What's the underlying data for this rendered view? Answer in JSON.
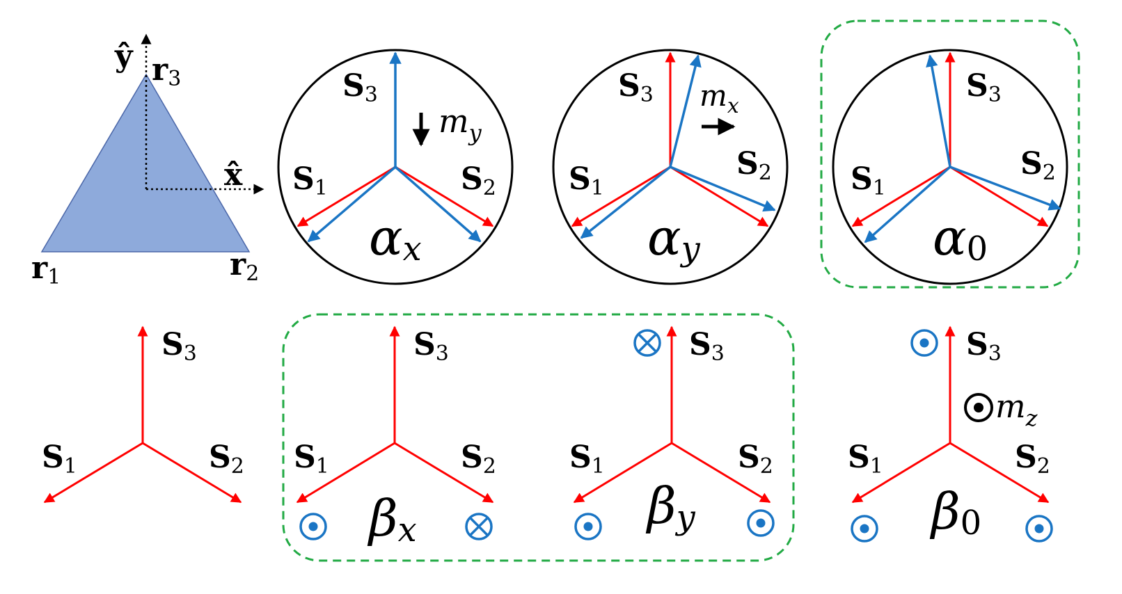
{
  "colors": {
    "triangle": "#8eaadb",
    "red_spin": "#ff0000",
    "blue_spin": "#1a75c4",
    "box": "#22aa44",
    "text": "#000000"
  },
  "triangle": {
    "y_axis": "ŷ",
    "x_axis": "x̂",
    "r1": "r",
    "r1_sub": "1",
    "r2": "r",
    "r2_sub": "2",
    "r3": "r",
    "r3_sub": "3"
  },
  "spins": {
    "s": "S",
    "s1_sub": "1",
    "s2_sub": "2",
    "s3_sub": "3"
  },
  "panels": {
    "alpha_x": {
      "greek": "α",
      "sub": "x",
      "moment": "m",
      "moment_sub": "y"
    },
    "alpha_y": {
      "greek": "α",
      "sub": "y",
      "moment": "m",
      "moment_sub": "x"
    },
    "alpha_0": {
      "greek": "α",
      "sub": "0"
    },
    "beta_x": {
      "greek": "β",
      "sub": "x"
    },
    "beta_y": {
      "greek": "β",
      "sub": "y"
    },
    "beta_0": {
      "greek": "β",
      "sub": "0",
      "moment": "m",
      "moment_sub": "z"
    }
  }
}
